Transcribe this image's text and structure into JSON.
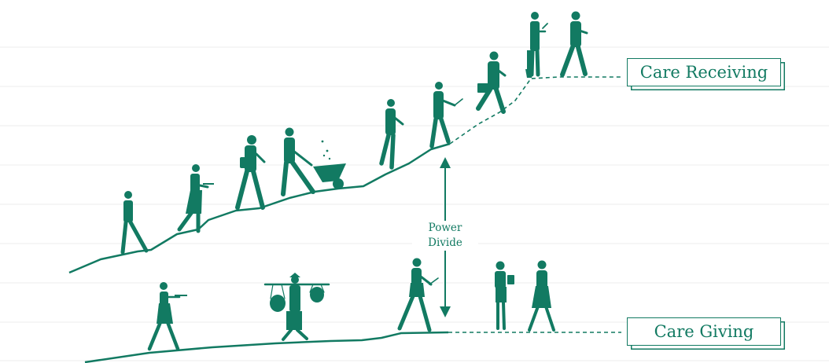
{
  "colors": {
    "accent": "#127a62",
    "gridline": "#eeeeee",
    "background": "#ffffff"
  },
  "labels": {
    "care_receiving": "Care Receiving",
    "care_giving": "Care Giving",
    "power_divide_line1": "Power",
    "power_divide_line2": "Divide"
  },
  "figures": {
    "upper_path": [
      "walking-man-icon",
      "waiter-man-icon",
      "messenger-man-icon",
      "wheelbarrow-worker-icon",
      "worker-with-phone-icon",
      "laptop-man-icon",
      "businessman-with-briefcase-icon",
      "gardener-with-shovel-icon",
      "phone-walking-man-icon"
    ],
    "lower_path": [
      "waitress-woman-icon",
      "basket-carrier-woman-icon",
      "laptop-woman-icon",
      "clipboard-woman-icon",
      "walking-woman-icon"
    ]
  }
}
